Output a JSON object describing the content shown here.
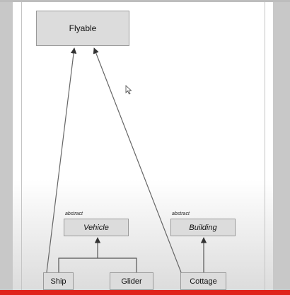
{
  "diagram": {
    "flyable": "Flyable",
    "vehicle": {
      "stereotype": "abstract",
      "name": "Vehicle"
    },
    "building": {
      "stereotype": "abstract",
      "name": "Building"
    },
    "ship": "Ship",
    "glider": "Glider",
    "cottage": "Cottage"
  },
  "colors": {
    "box_fill": "#dcdcdc",
    "box_border": "#9a9a9a",
    "line": "#555555",
    "bottom_bar": "#e0231b"
  }
}
